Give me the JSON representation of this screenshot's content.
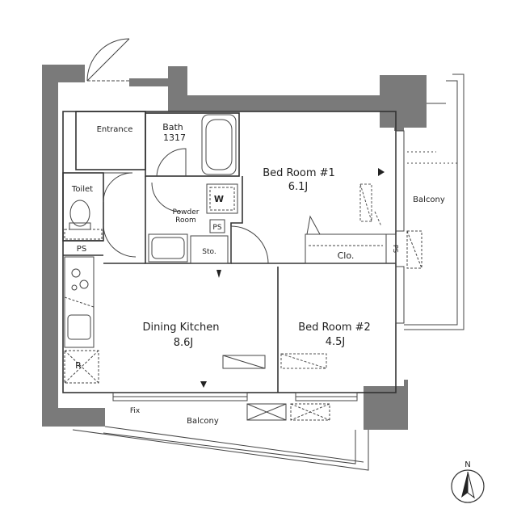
{
  "rooms": {
    "entrance": "Entrance",
    "bath": "Bath",
    "bath_size": "1317",
    "toilet": "Toilet",
    "powder_room_line1": "Powder",
    "powder_room_line2": "Room",
    "bedroom1": "Bed Room #1",
    "bedroom1_size": "6.1J",
    "bedroom2": "Bed Room #2",
    "bedroom2_size": "4.5J",
    "dining_kitchen": "Dining Kitchen",
    "dining_kitchen_size": "8.6J",
    "balcony_south": "Balcony",
    "balcony_east": "Balcony"
  },
  "fixtures": {
    "washer": "W",
    "pipe_shaft_small": "PS",
    "pipe_shaft_toilet": "PS",
    "pipe_shaft_east": "PS",
    "storage": "Sto.",
    "closet": "Clo.",
    "refrigerator": "R",
    "fix_window": "Fix"
  },
  "compass": {
    "north": "N"
  },
  "colors": {
    "wall": "#7a7a7a",
    "line": "#333333",
    "thin": "#555555"
  }
}
